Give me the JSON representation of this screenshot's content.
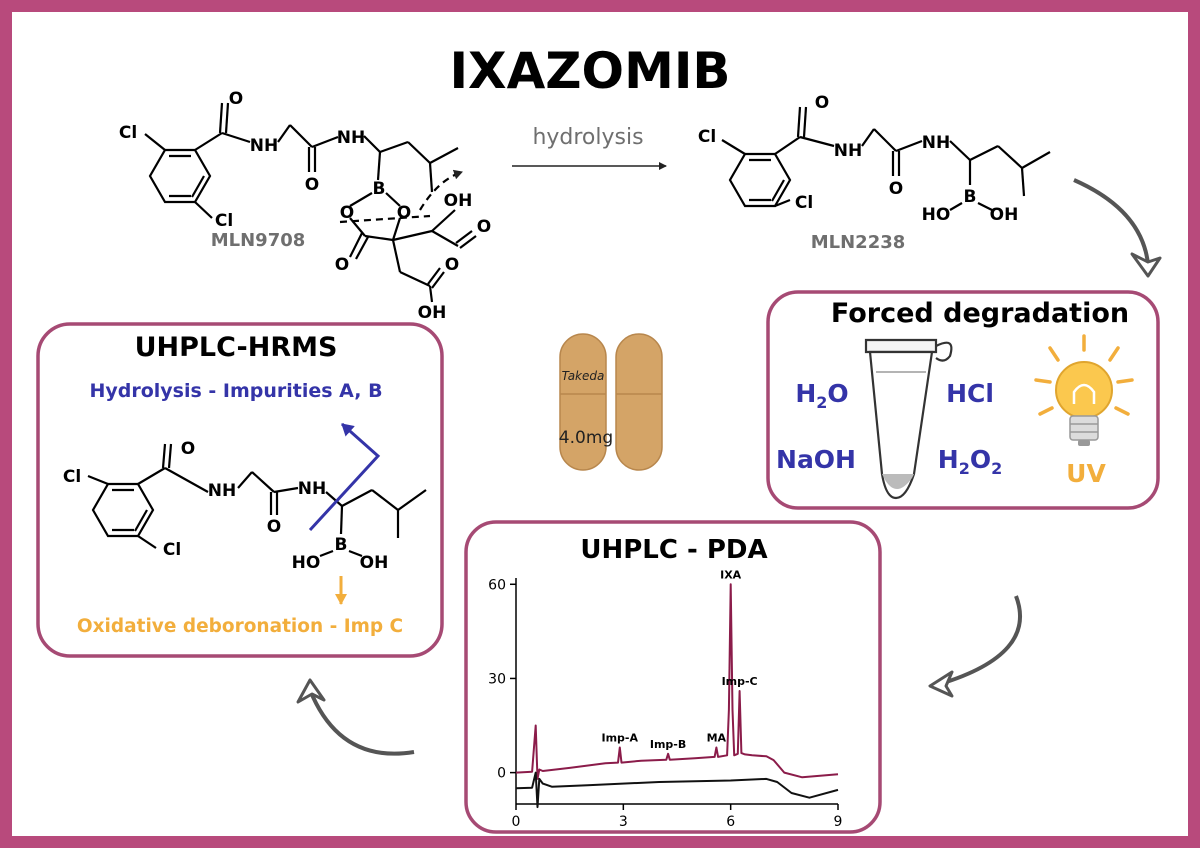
{
  "title": "IXAZOMIB",
  "colors": {
    "frame": "#b84a7c",
    "panel_border": "#a64a74",
    "blue": "#3434a8",
    "orange": "#f2ae3c",
    "gray_text": "#6f6f6f",
    "chrom_upper": "#8b1c4a",
    "chrom_lower": "#111111",
    "capsule": "#d4a467"
  },
  "reaction": {
    "label": "hydrolysis",
    "reactant": "MLN9708",
    "product": "MLN2238"
  },
  "atoms": {
    "cl": "Cl",
    "nh": "NH",
    "o": "O",
    "b": "B",
    "oh": "OH",
    "ho": "HO"
  },
  "capsule": {
    "brand": "Takeda",
    "dose": "4.0mg"
  },
  "hrms": {
    "title": "UHPLC-HRMS",
    "hydrolysis_text": "Hydrolysis - Impurities A, B",
    "oxidative_text": "Oxidative deboronation - Imp C"
  },
  "forced": {
    "title": "Forced degradation",
    "water": {
      "base": "H",
      "sub": "2",
      "tail": "O"
    },
    "hcl": "HCl",
    "naoh": "NaOH",
    "peroxide": {
      "base": "H",
      "sub1": "2",
      "mid": "O",
      "sub2": "2"
    },
    "uv": "UV",
    "icons": [
      "microcentrifuge-tube-icon",
      "light-bulb-icon"
    ]
  },
  "pda": {
    "title": "UHPLC - PDA"
  },
  "chart_data": {
    "type": "line",
    "title": "UHPLC - PDA",
    "xlabel": "",
    "ylabel": "",
    "xlim": [
      0,
      9
    ],
    "ylim": [
      -10,
      62
    ],
    "x_ticks": [
      0,
      3,
      6,
      9
    ],
    "y_ticks": [
      0,
      30,
      60
    ],
    "series": [
      {
        "x": [
          0,
          0.45,
          0.55,
          0.6,
          0.65,
          0.75,
          1.5,
          2.5,
          2.85,
          2.9,
          2.95,
          3.5,
          4.2,
          4.25,
          4.3,
          5.0,
          5.55,
          5.6,
          5.65,
          5.9,
          5.95,
          6.0,
          6.05,
          6.1,
          6.2,
          6.25,
          6.3,
          6.4,
          6.6,
          7.0,
          7.2,
          7.5,
          8.0,
          9.0
        ],
        "y": [
          0,
          0.3,
          15,
          -2,
          1,
          0.5,
          1.5,
          3,
          3.2,
          8,
          3.2,
          3.8,
          4.1,
          6,
          4.1,
          4.6,
          5,
          8,
          5,
          5.5,
          20,
          60,
          20,
          5.5,
          6,
          26,
          6.2,
          5.8,
          5.5,
          5.2,
          4,
          0,
          -1.5,
          -0.5
        ]
      },
      {
        "x": [
          0,
          0.45,
          0.55,
          0.6,
          0.65,
          0.75,
          1.0,
          2.0,
          4.0,
          6.0,
          7.0,
          7.3,
          7.7,
          8.2,
          9.0
        ],
        "y": [
          -5,
          -4.8,
          0,
          -11,
          -2,
          -3.5,
          -4.5,
          -4,
          -3,
          -2.5,
          -2,
          -3,
          -6.5,
          -8,
          -5.5
        ]
      }
    ],
    "annotations": [
      {
        "text": "Imp-A",
        "x": 2.9,
        "y": 8
      },
      {
        "text": "Imp-B",
        "x": 4.25,
        "y": 6
      },
      {
        "text": "MA",
        "x": 5.6,
        "y": 8
      },
      {
        "text": "IXA",
        "x": 6.0,
        "y": 60
      },
      {
        "text": "Imp-C",
        "x": 6.25,
        "y": 26
      }
    ]
  }
}
